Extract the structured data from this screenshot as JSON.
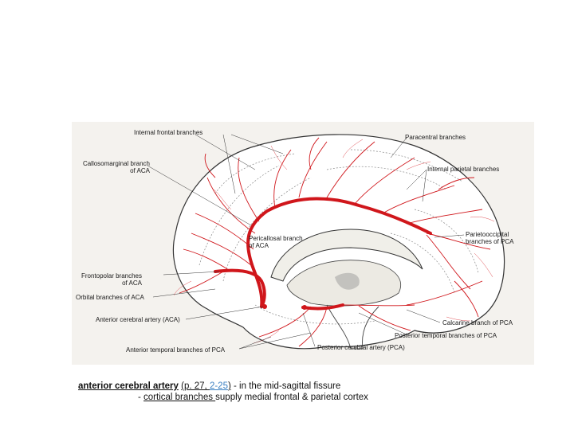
{
  "diagram": {
    "labels": {
      "internal_frontal": "Internal frontal branches",
      "paracentral": "Paracentral branches",
      "callosomarginal_1": "Callosomarginal branch",
      "callosomarginal_2": "of ACA",
      "internal_parietal": "Internal parietal branches",
      "pericallosal_1": "Pericallosal branch",
      "pericallosal_2": "of ACA",
      "parietooccipital_1": "Parietooccipital",
      "parietooccipital_2": "branches of PCA",
      "frontopolar_1": "Frontopolar branches",
      "frontopolar_2": "of ACA",
      "orbital": "Orbital branches of ACA",
      "aca": "Anterior cerebral artery (ACA)",
      "calcarine": "Calcarine branch of PCA",
      "posterior_temporal": "Posterior temporal branches of PCA",
      "pca": "Posterior cerebral artery (PCA)",
      "anterior_temporal": "Anterior temporal branches of PCA"
    },
    "colors": {
      "artery": "#d0161b",
      "outline": "#333333",
      "background": "#f4f2ee"
    }
  },
  "caption": {
    "term": "anterior cerebral artery",
    "ref_prefix": "(p. 27, ",
    "ref_link": "2-25",
    "ref_suffix": ")",
    "line1_rest": " -   in the mid-sagittal fissure",
    "line2_dash": "- ",
    "line2_term": "cortical branches ",
    "line2_rest": "supply medial frontal & parietal cortex"
  }
}
